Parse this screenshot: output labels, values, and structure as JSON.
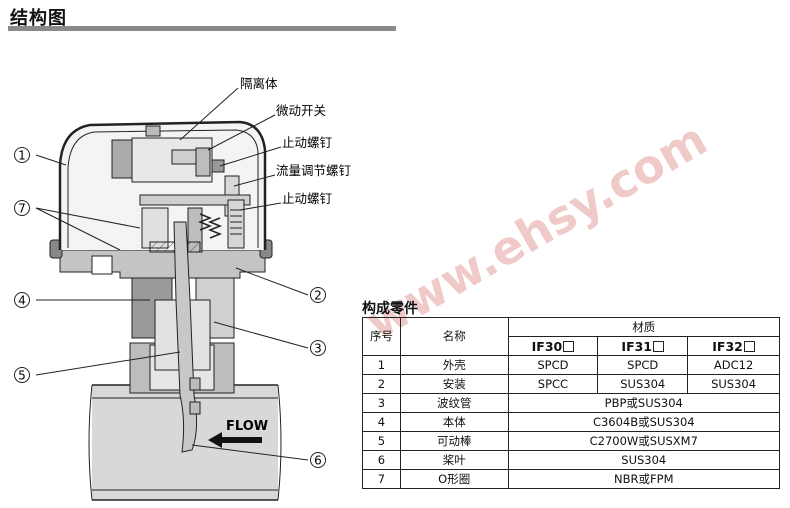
{
  "header": {
    "title": "结构图"
  },
  "diagram": {
    "labels": {
      "isolator": "隔离体",
      "micro_switch": "微动开关",
      "stop_screw_top": "止动螺钉",
      "flow_adjust_screw": "流量调节螺钉",
      "stop_screw_bottom": "止动螺钉",
      "flow": "FLOW"
    },
    "numbers": [
      "1",
      "7",
      "4",
      "5",
      "2",
      "3",
      "6"
    ],
    "watermark": "www.ehsy.com"
  },
  "parts_table": {
    "title": "构成零件",
    "headers": {
      "no": "序号",
      "name": "名称",
      "material": "材质"
    },
    "models": [
      "IF30",
      "IF31",
      "IF32"
    ],
    "rows": [
      {
        "no": "1",
        "name": "外壳",
        "m1": "SPCD",
        "m2": "SPCD",
        "m3": "ADC12"
      },
      {
        "no": "2",
        "name": "安装",
        "m1": "SPCC",
        "m2": "SUS304",
        "m3": "SUS304"
      },
      {
        "no": "3",
        "name": "波纹管",
        "all": "PBP或SUS304"
      },
      {
        "no": "4",
        "name": "本体",
        "all": "C3604B或SUS304"
      },
      {
        "no": "5",
        "name": "可动棒",
        "all": "C2700W或SUSXM7"
      },
      {
        "no": "6",
        "name": "桨叶",
        "all": "SUS304"
      },
      {
        "no": "7",
        "name": "O形圈",
        "all": "NBR或FPM"
      }
    ]
  }
}
